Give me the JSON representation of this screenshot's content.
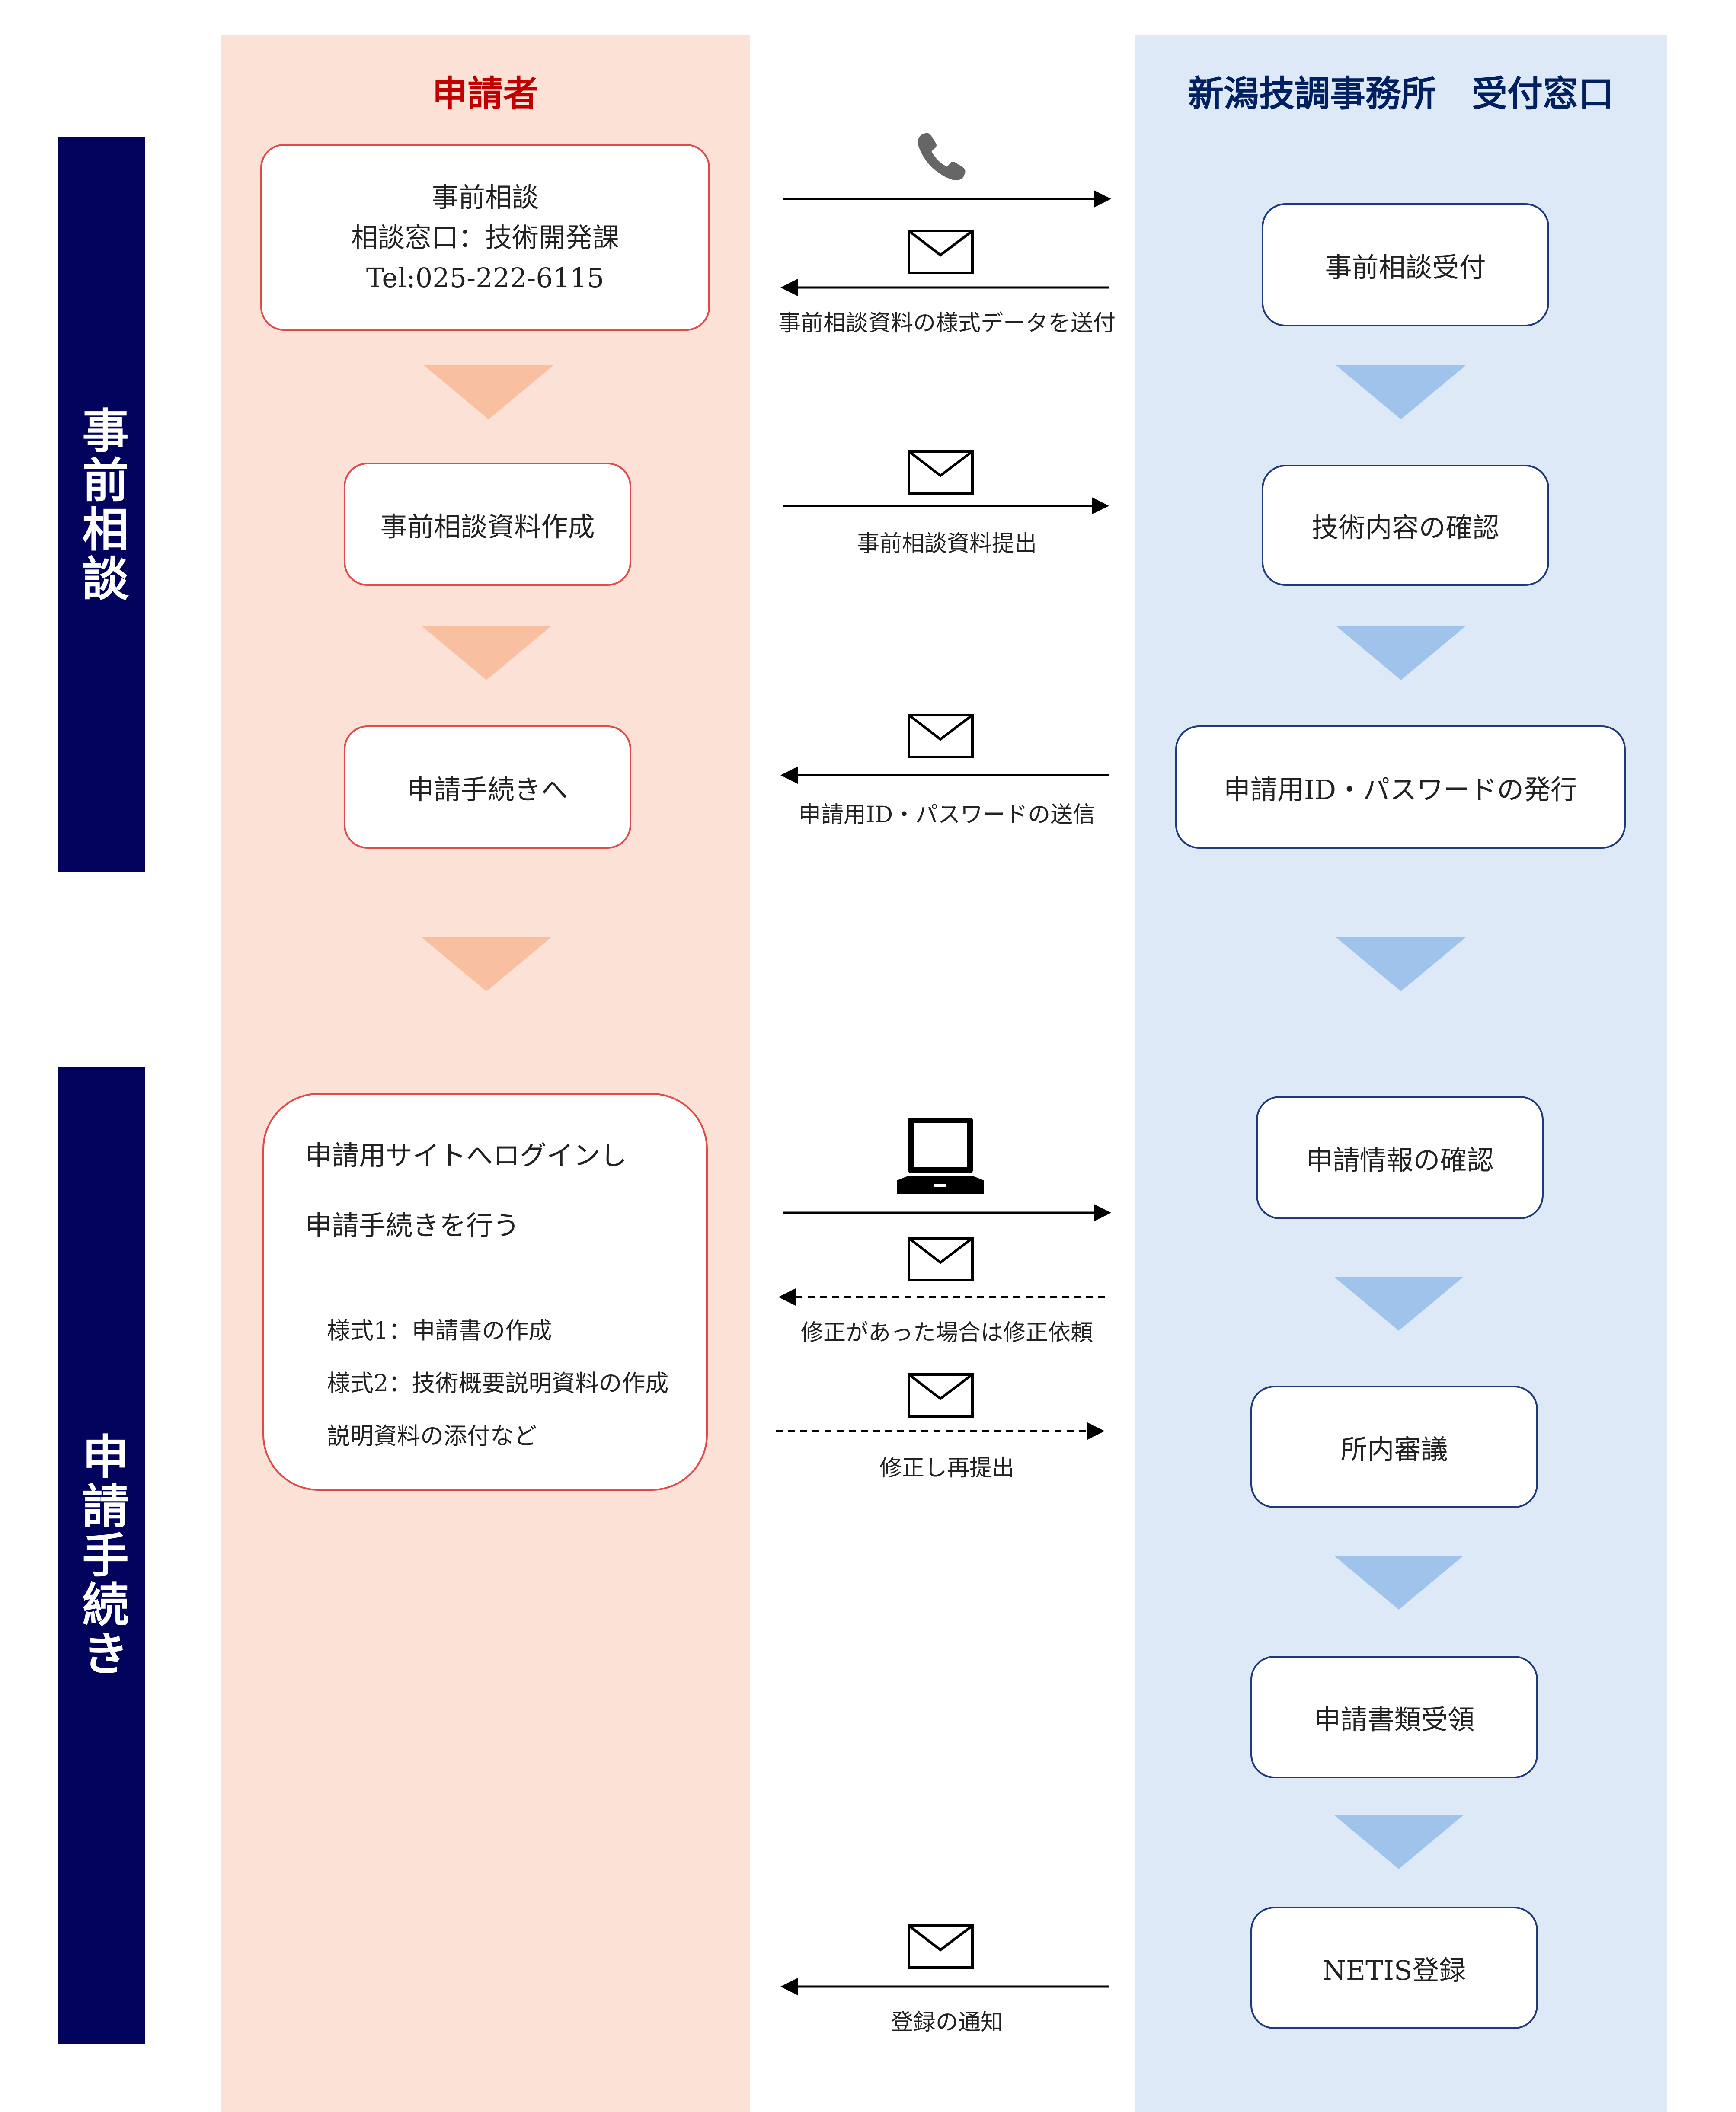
{
  "lanes": {
    "applicant": "申請者",
    "office": "新潟技調事務所　受付窓口"
  },
  "phases": {
    "consult": "事前相談",
    "procedure": "申請手続き"
  },
  "applicant_boxes": {
    "consult": [
      "事前相談",
      "相談窓口：技術開発課",
      "Tel:025-222-6115"
    ],
    "prepare": "事前相談資料作成",
    "to_procedure": "申請手続きへ",
    "application": {
      "main": [
        "申請用サイトへログインし",
        "申請手続きを行う"
      ],
      "sub": [
        "様式1：申請書の作成",
        "様式2：技術概要説明資料の作成",
        "説明資料の添付など"
      ]
    }
  },
  "office_boxes": {
    "consult_accept": "事前相談受付",
    "tech_check": "技術内容の確認",
    "id_issue": "申請用ID・パスワードの発行",
    "info_check": "申請情報の確認",
    "review": "所内審議",
    "receipt": "申請書類受領",
    "netis": "NETIS登録"
  },
  "arrow_labels": {
    "send_format": "事前相談資料の様式データを送付",
    "submit_docs": "事前相談資料提出",
    "send_id": "申請用ID・パスワードの送信",
    "revision_request": "修正があった場合は修正依頼",
    "resubmit": "修正し再提出",
    "notify": "登録の通知"
  },
  "icons": [
    "phone-icon",
    "envelope-icon",
    "laptop-icon"
  ],
  "colors": {
    "applicant_lane": "#fbe1d6",
    "office_lane": "#dde9f7",
    "phase_band": "#02035c",
    "applicant_title": "#c00000",
    "office_title": "#002060"
  }
}
